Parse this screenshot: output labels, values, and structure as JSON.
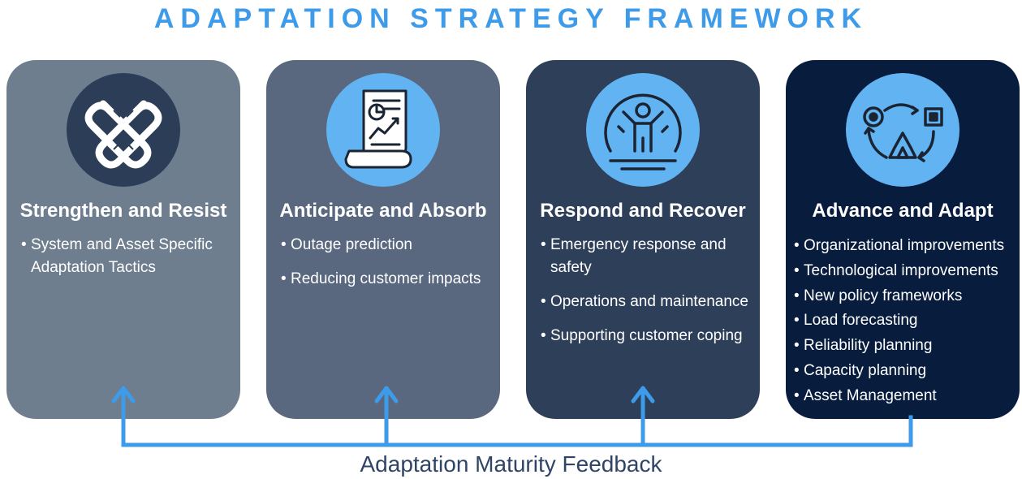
{
  "title": "ADAPTATION STRATEGY FRAMEWORK",
  "cards": [
    {
      "heading": "Strengthen and Resist",
      "icon": "interlocking-knot-icon",
      "bullets": [
        "System and Asset Specific Adaptation Tactics"
      ]
    },
    {
      "heading": "Anticipate and Absorb",
      "icon": "forecast-document-icon",
      "bullets": [
        "Outage prediction",
        "Reducing customer impacts"
      ]
    },
    {
      "heading": "Respond and Recover",
      "icon": "person-in-bubble-icon",
      "bullets": [
        "Emergency response and safety",
        "Operations and maintenance",
        "Supporting customer coping"
      ]
    },
    {
      "heading": "Advance and Adapt",
      "icon": "cycle-arrows-icon",
      "bullets": [
        "Organizational improvements",
        "Technological improvements",
        "New policy frameworks",
        "Load forecasting",
        "Reliability planning",
        "Capacity planning",
        "Asset Management"
      ]
    }
  ],
  "feedback_label": "Adaptation Maturity Feedback",
  "colors": {
    "title": "#3d9be9",
    "feedback_arrow": "#3d9be9",
    "card_1": "#6f7e8f",
    "card_2": "#59687f",
    "card_3": "#2e3f59",
    "card_4": "#081c3e"
  }
}
